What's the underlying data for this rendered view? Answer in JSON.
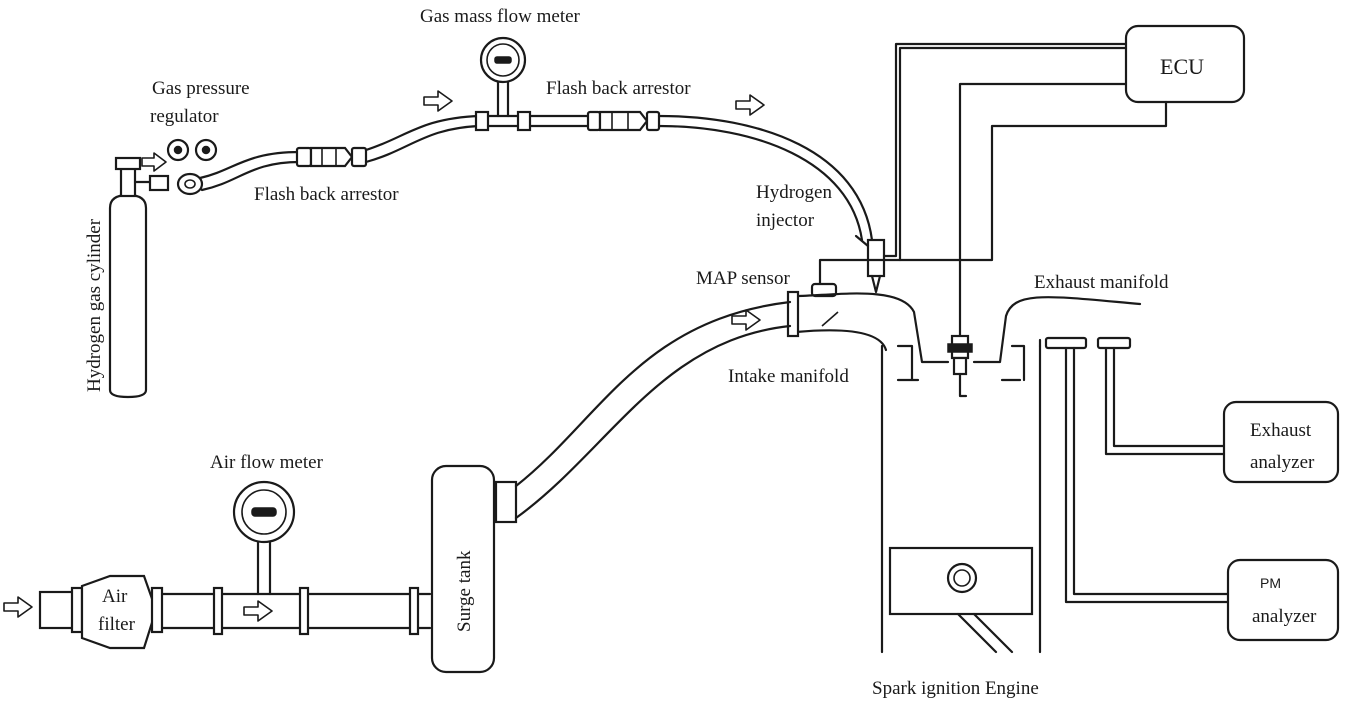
{
  "labels": {
    "gas_mass_flow_meter": "Gas mass flow meter",
    "gas_pressure_regulator_1": "Gas pressure",
    "gas_pressure_regulator_2": "regulator",
    "flash_back_arrestor_top": "Flash back arrestor",
    "flash_back_arrestor_left": "Flash back arrestor",
    "hydrogen_gas_cylinder": "Hydrogen gas cylinder",
    "ecu": "ECU",
    "hydrogen_injector_1": "Hydrogen",
    "hydrogen_injector_2": "injector",
    "map_sensor": "MAP sensor",
    "exhaust_manifold": "Exhaust manifold",
    "intake_manifold": "Intake manifold",
    "exhaust_analyzer_1": "Exhaust",
    "exhaust_analyzer_2": "analyzer",
    "pm_analyzer_1": "PM",
    "pm_analyzer_2": "analyzer",
    "air_flow_meter": "Air flow meter",
    "air_filter_1": "Air",
    "air_filter_2": "filter",
    "surge_tank": "Surge tank",
    "spark_ignition_engine": "Spark ignition Engine"
  }
}
